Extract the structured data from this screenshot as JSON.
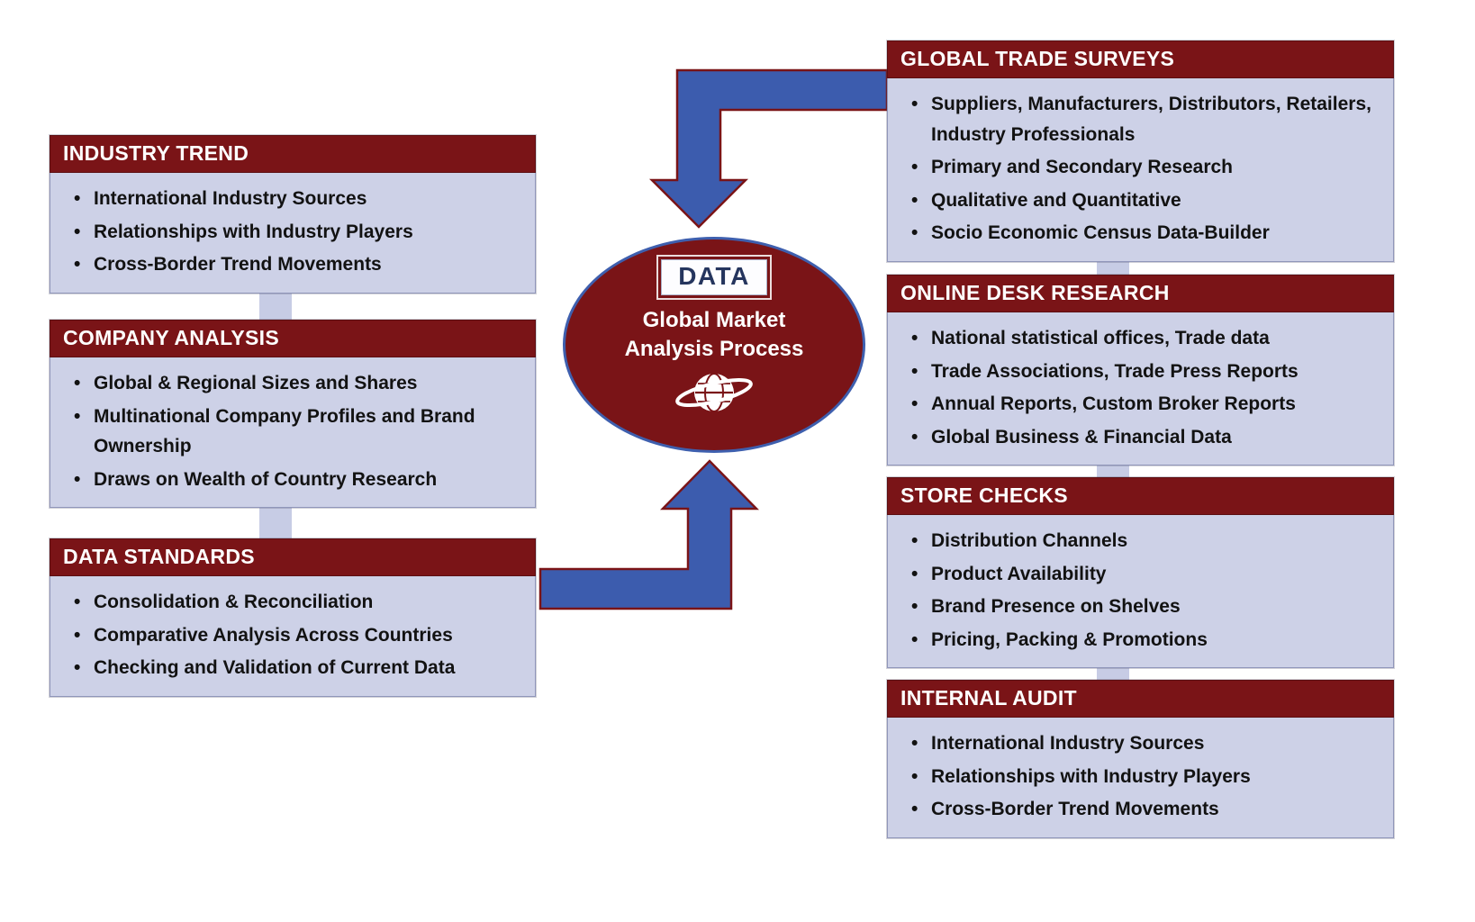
{
  "diagram_title": "Global Market Analysis Process",
  "center": {
    "badge": "DATA",
    "line1": "Global Market",
    "line2": "Analysis Process",
    "icon": "globe-icon"
  },
  "left_boxes": [
    {
      "title": "INDUSTRY TREND",
      "items": [
        "International Industry Sources",
        "Relationships with Industry Players",
        "Cross-Border Trend Movements"
      ]
    },
    {
      "title": "COMPANY ANALYSIS",
      "items": [
        "Global & Regional Sizes and Shares",
        "Multinational Company Profiles and Brand Ownership",
        "Draws on Wealth of Country Research"
      ]
    },
    {
      "title": "DATA STANDARDS",
      "items": [
        "Consolidation & Reconciliation",
        "Comparative Analysis Across Countries",
        "Checking and Validation of Current Data"
      ]
    }
  ],
  "right_boxes": [
    {
      "title": "GLOBAL TRADE SURVEYS",
      "items": [
        "Suppliers, Manufacturers, Distributors, Retailers, Industry Professionals",
        "Primary and Secondary Research",
        "Qualitative and Quantitative",
        "Socio Economic Census Data-Builder"
      ]
    },
    {
      "title": "ONLINE DESK RESEARCH",
      "items": [
        "National statistical offices, Trade data",
        "Trade Associations, Trade Press Reports",
        "Annual Reports, Custom Broker Reports",
        "Global Business & Financial Data"
      ]
    },
    {
      "title": "STORE CHECKS",
      "items": [
        "Distribution Channels",
        "Product Availability",
        "Brand Presence on Shelves",
        "Pricing, Packing & Promotions"
      ]
    },
    {
      "title": "INTERNAL AUDIT",
      "items": [
        "International Industry Sources",
        "Relationships with Industry Players",
        "Cross-Border Trend Movements"
      ]
    }
  ],
  "colors": {
    "header_bg": "#7a1417",
    "body_bg": "#cdd1e7",
    "connector": "#c7cce5",
    "arrow_fill": "#3c5cae",
    "arrow_outline": "#7a1417",
    "ellipse_fill": "#7a1417",
    "ellipse_border": "#3e5fae",
    "badge_text": "#25355e"
  }
}
